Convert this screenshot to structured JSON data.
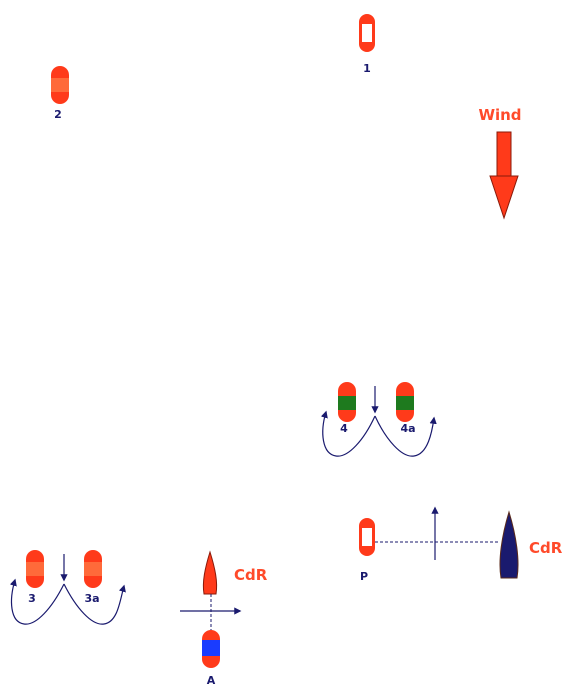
{
  "labels": {
    "mark_1": "1",
    "mark_2": "2",
    "wind": "Wind",
    "mark_3": "3",
    "mark_3a": "3a",
    "mark_4": "4",
    "mark_4a": "4a",
    "mark_a": "A",
    "mark_p": "P",
    "cdr_start": "CdR",
    "cdr_finish": "CdR"
  },
  "colors": {
    "buoy_red": "#ff3a1a",
    "buoy_orange": "#ff6a3a",
    "band_green": "#1e7a1e",
    "band_blue": "#1a3cff",
    "navy": "#1a1a6e",
    "arrow_red": "#ff3a1a"
  },
  "icons": [
    "buoy-icon",
    "wind-arrow-icon",
    "rounding-arrow-icon",
    "committee-boat-icon",
    "course-arrow-icon"
  ]
}
